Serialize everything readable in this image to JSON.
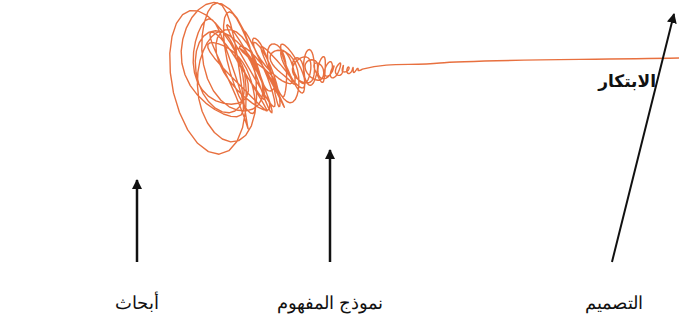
{
  "diagram": {
    "labels": [
      "أبحاث",
      "نموذج المفهوم",
      "التصميم",
      "الابتكار"
    ]
  }
}
